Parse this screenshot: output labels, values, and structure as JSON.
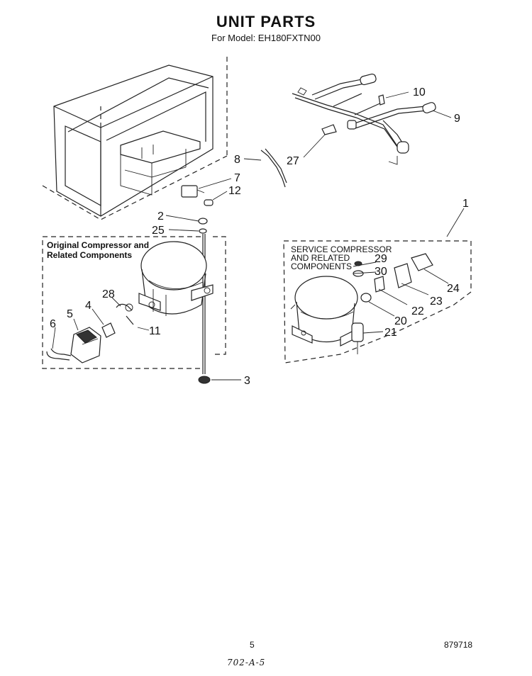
{
  "header": {
    "title": "UNIT PARTS",
    "model_line": "For Model: EH180FXTN00"
  },
  "boxes": {
    "original": {
      "line1": "Original Compressor and",
      "line2": "Related Components"
    },
    "service": {
      "line1": "SERVICE COMPRESSOR",
      "line2": "AND RELATED",
      "line3": "COMPONENTS"
    }
  },
  "callouts": {
    "p1": "1",
    "p2": "2",
    "p3": "3",
    "p4": "4",
    "p5": "5",
    "p6": "6",
    "p7": "7",
    "p8": "8",
    "p9": "9",
    "p10": "10",
    "p11": "11",
    "p12": "12",
    "p20": "20",
    "p21": "21",
    "p22": "22",
    "p23": "23",
    "p24": "24",
    "p25": "25",
    "p27": "27",
    "p28": "28",
    "p29": "29",
    "p30": "30"
  },
  "footer": {
    "page_number": "5",
    "document_number": "879718",
    "handwritten_note": "702-A-5"
  }
}
